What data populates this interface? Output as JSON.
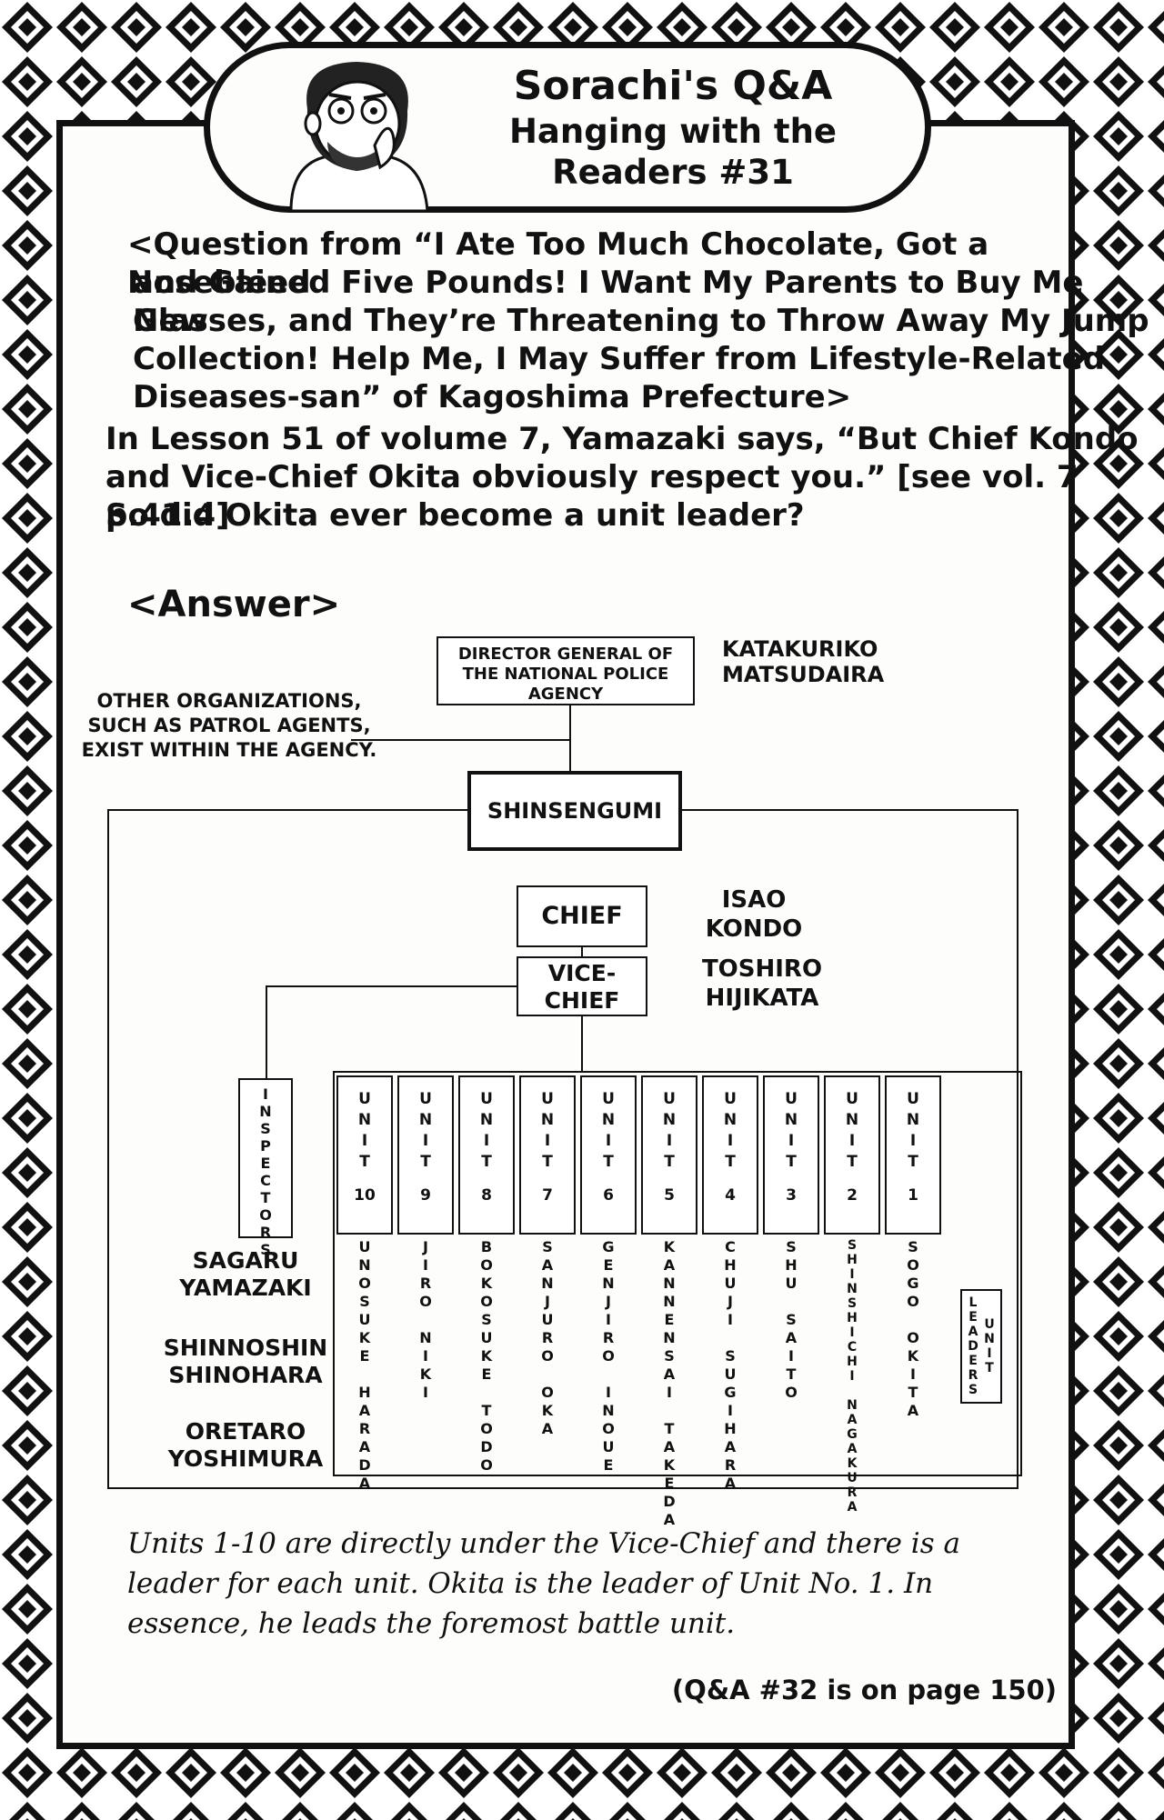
{
  "header": {
    "title_line1": "Sorachi's Q&A",
    "title_line2": "Hanging with the",
    "title_line3": "Readers #31"
  },
  "question": {
    "lines": [
      "<Question from “I Ate Too Much Chocolate, Got a Nosebleed",
      "and Gained Five Pounds! I Want My Parents to Buy Me New",
      "Glasses, and They’re Threatening to Throw Away My Jump",
      "Collection! Help Me, I May Suffer from Lifestyle-Related",
      "Diseases-san” of Kagoshima Prefecture>",
      "In Lesson 51 of volume 7, Yamazaki says, “But Chief Kondo",
      "and Vice-Chief Okita obviously respect you.” [see vol. 7 p.41.4]",
      "So did Okita ever become a unit leader?"
    ]
  },
  "answer_label": "<Answer>",
  "diagram": {
    "director_box": "DIRECTOR GENERAL OF THE NATIONAL POLICE AGENCY",
    "director_name": "KATAKURIKO MATSUDAIRA",
    "other_orgs_note": "OTHER ORGANIZATIONS, SUCH AS PATROL AGENTS, EXIST WITHIN THE AGENCY.",
    "shinsengumi_box": "SHINSENGUMI",
    "chief_box": "CHIEF",
    "chief_name": "ISAO KONDO",
    "vice_chief_box": "VICE-CHIEF",
    "vice_chief_name": "TOSHIRO HIJIKATA",
    "inspectors_box": "INSPECTORS",
    "inspector_names": [
      "SAGARU YAMAZAKI",
      "SHINNOSHIN SHINOHARA",
      "ORETARO YOSHIMURA"
    ],
    "unit_word": "UNIT",
    "units": [
      {
        "number": "10",
        "leader": "UNOSUKE HARADA"
      },
      {
        "number": "9",
        "leader": "JIRO NIKI"
      },
      {
        "number": "8",
        "leader": "BOKOSUKE TODO"
      },
      {
        "number": "7",
        "leader": "SANJURO OKA"
      },
      {
        "number": "6",
        "leader": "GENJIRO INOUE"
      },
      {
        "number": "5",
        "leader": "KANNENSAI TAKEDA"
      },
      {
        "number": "4",
        "leader": "CHUJI SUGIHARA"
      },
      {
        "number": "3",
        "leader": "SHU SAITO"
      },
      {
        "number": "2",
        "leader": "SHINSHICHI NAGAKURA"
      },
      {
        "number": "1",
        "leader": "SOGO OKITA"
      }
    ],
    "unit_leaders_label": "UNIT LEADERS"
  },
  "note": "Units 1-10 are directly under the Vice-Chief and there is a leader for each unit. Okita is the leader of Unit No. 1. In essence, he leads the foremost battle unit.",
  "footer": "(Q&A #32 is on page 150)"
}
